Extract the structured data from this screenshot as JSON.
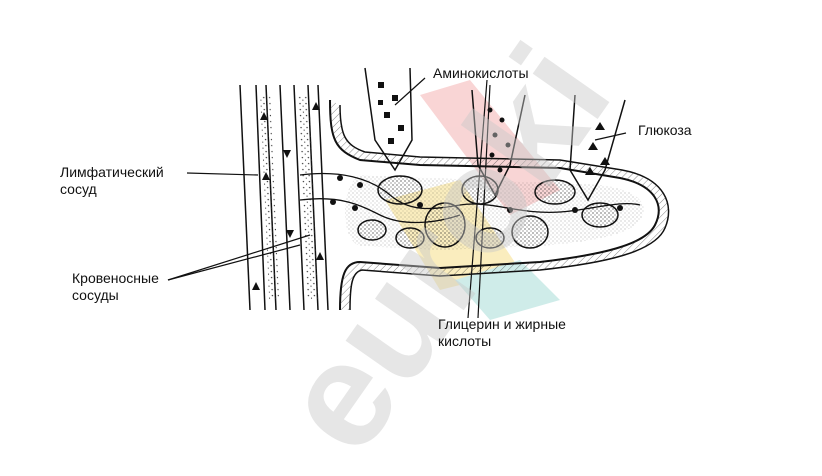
{
  "watermark": {
    "text": "euroki",
    "color_e": "#c9c9c9",
    "accent_red": "#f4b3b3",
    "accent_yellow": "#f7e08a",
    "accent_teal": "#a9ddd8"
  },
  "labels": {
    "lymph_line1": "Лимфатический",
    "lymph_line2": "сосуд",
    "amino": "Аминокислоты",
    "glucose": "Глюкоза",
    "blood_line1": "Кровеносные",
    "blood_line2": "сосуды",
    "glycerol_line1": "Глицерин и жирные",
    "glycerol_line2": "кислоты"
  }
}
